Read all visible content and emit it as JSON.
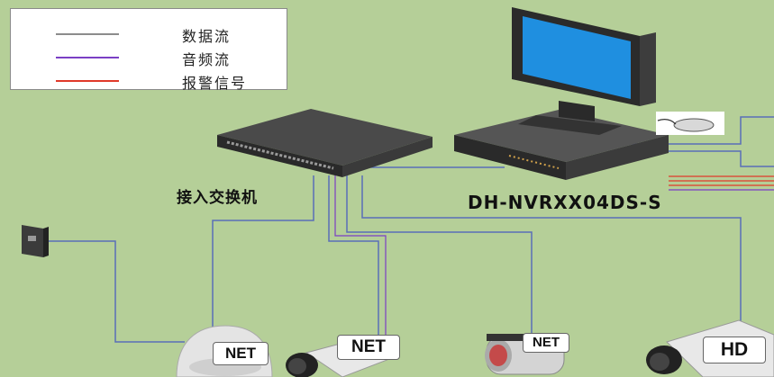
{
  "legend": {
    "items": [
      {
        "label": "数据流",
        "color": "#8c8c8c"
      },
      {
        "label": "音频流",
        "color": "#7b3fc4"
      },
      {
        "label": "报警信号",
        "color": "#e03a2a"
      }
    ]
  },
  "labels": {
    "switch": "接入交换机",
    "nvr": "DH-NVRXX04DS-S"
  },
  "camera_tags": [
    "NET",
    "NET",
    "NET",
    "HD"
  ],
  "colors": {
    "background": "#b5cf98",
    "data_line": "#5a6fb8",
    "audio_line": "#7b3fc4",
    "alarm_line": "#e03a2a"
  }
}
